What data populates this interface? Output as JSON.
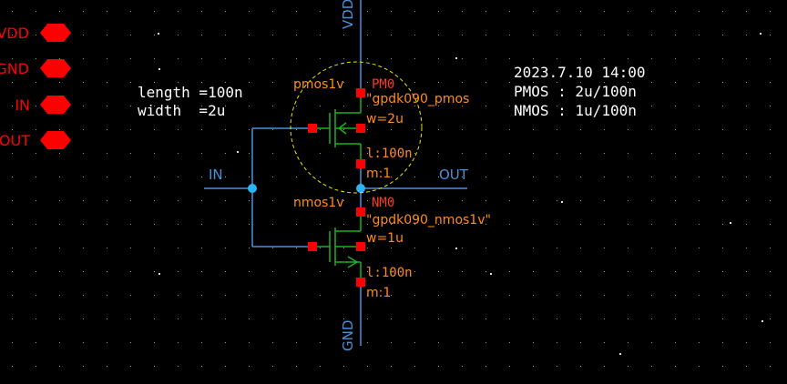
{
  "pins": [
    {
      "label": "VDD"
    },
    {
      "label": "GND"
    },
    {
      "label": "IN"
    },
    {
      "label": "OUT"
    }
  ],
  "net_labels": {
    "vdd": "VDD",
    "gnd": "GND",
    "in": "IN",
    "out": "OUT"
  },
  "annotation": {
    "line1": "length =100n",
    "line2": "width  =2u"
  },
  "note": {
    "line1": "2023.7.10 14:00",
    "line2": "PMOS : 2u/100n",
    "line3": "NMOS : 1u/100n"
  },
  "pmos": {
    "cell": "pmos1v",
    "instance": "PM0",
    "model": "\"gpdk090_pmos",
    "w": "w=2u",
    "l": "l:100n",
    "m": "m:1"
  },
  "nmos": {
    "cell": "nmos1v",
    "instance": "NM0",
    "model": "\"gpdk090_nmos1v\"",
    "w": "w=1u",
    "l": "l:100n",
    "m": "m:1"
  },
  "colors": {
    "background": "#000000",
    "wire": "#4a90d9",
    "net_label": "#4a90d9",
    "device": "#1fb01f",
    "pin_fill": "#ff0000",
    "inst_text": "#ff3b1f",
    "param_text": "#ff8c1a",
    "note_text": "#ffffff",
    "junction": "#29b6f6",
    "selection": "#e6e600"
  },
  "icons": {
    "pin": "pin-hexagon-icon",
    "junction": "junction-dot-icon"
  }
}
